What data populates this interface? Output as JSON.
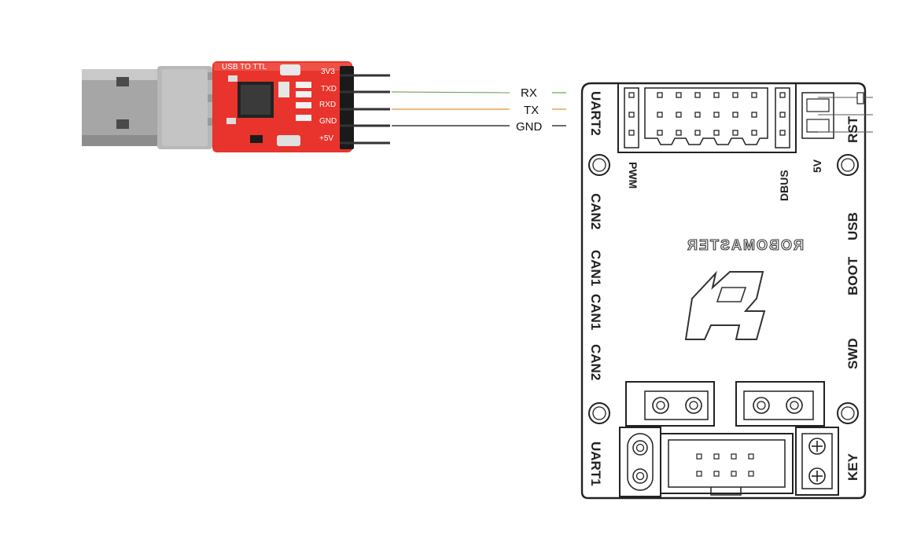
{
  "usb_module": {
    "title": "USB TO TTL",
    "pins": [
      "3V3",
      "TXD",
      "RXD",
      "GND",
      "+5V"
    ]
  },
  "wires": [
    {
      "label": "RX",
      "color": "#6aa84f"
    },
    {
      "label": "TX",
      "color": "#e69138"
    },
    {
      "label": "GND",
      "color": "#111111"
    }
  ],
  "board": {
    "brand": "ROBOMASTER",
    "left_labels": [
      "UART2",
      "CAN2",
      "CAN1",
      "CAN1",
      "CAN2",
      "UART1"
    ],
    "right_labels": [
      "RST",
      "5V",
      "USB",
      "BOOT",
      "SWD",
      "KEY"
    ],
    "top_labels": [
      "PWM",
      "DBUS"
    ]
  },
  "colors": {
    "pcb": "#e8342c",
    "usb_metal": "#a9a9a9",
    "board_outline": "#222222"
  }
}
